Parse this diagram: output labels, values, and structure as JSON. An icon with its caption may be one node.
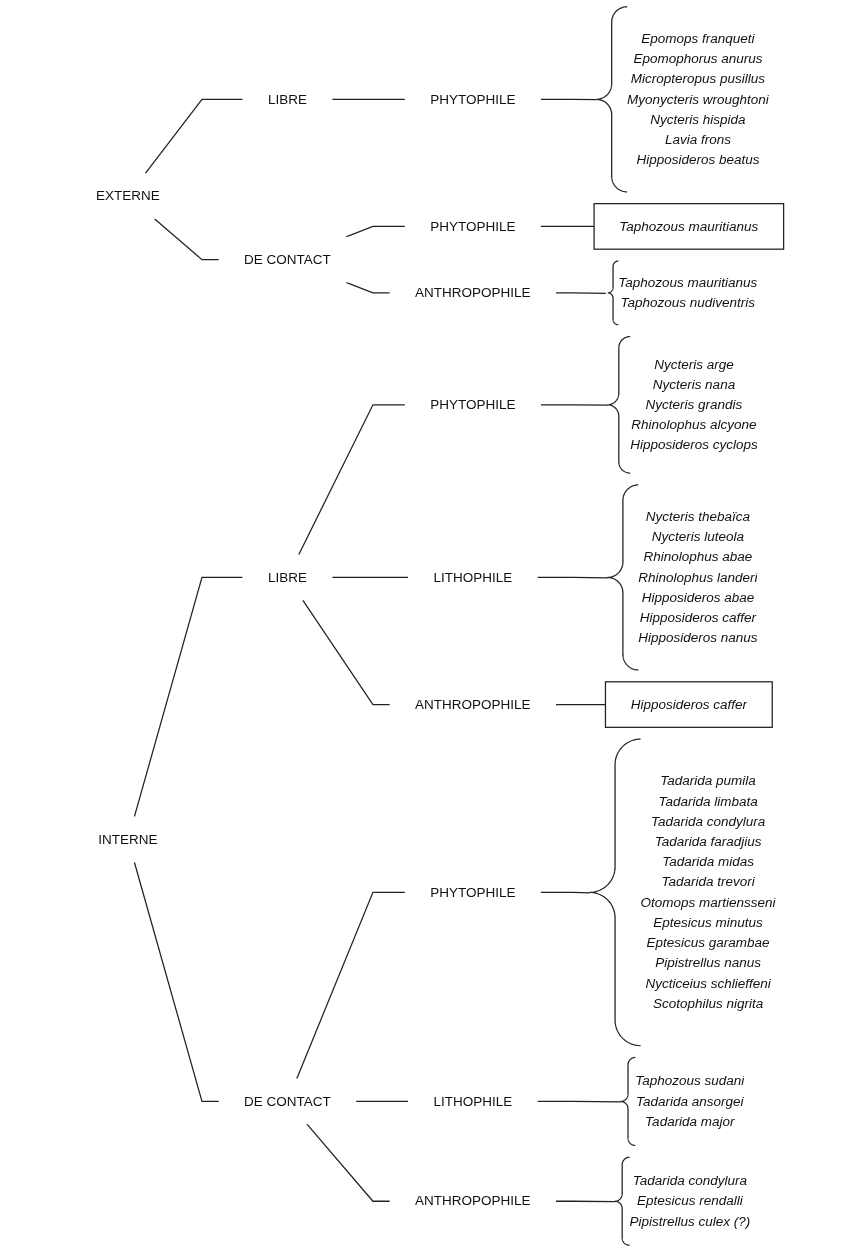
{
  "diagram": {
    "nodes": [
      {
        "text": [
          "EXTERNE"
        ]
      },
      {
        "text": [
          "LIBRE"
        ]
      },
      {
        "text": [
          "PHYTOPHILE"
        ]
      },
      {
        "text": [
          "Epomops franqueti",
          "Epomophorus anurus",
          "Micropteropus pusillus",
          "Myonycteris wroughtoni",
          "Nycteris hispida",
          "Lavia frons",
          "Hipposideros beatus"
        ]
      },
      {
        "text": [
          "DE CONTACT"
        ]
      },
      {
        "text": [
          "PHYTOPHILE"
        ]
      },
      {
        "text": [
          "Taphozous mauritianus"
        ]
      },
      {
        "text": [
          "ANTHROPOPHILE"
        ]
      },
      {
        "text": [
          "Taphozous mauritianus",
          "Taphozous nudiventris"
        ]
      },
      {
        "text": [
          "INTERNE"
        ]
      },
      {
        "text": [
          "LIBRE"
        ]
      },
      {
        "text": [
          "PHYTOPHILE"
        ]
      },
      {
        "text": [
          "Nycteris arge",
          "Nycteris nana",
          "Nycteris grandis",
          "Rhinolophus alcyone",
          "Hipposideros cyclops"
        ]
      },
      {
        "text": [
          "LITHOPHILE"
        ]
      },
      {
        "text": [
          "Nycteris thebaïca",
          "Nycteris luteola",
          "Rhinolophus abae",
          "Rhinolophus landeri",
          "Hipposideros abae",
          "Hipposideros caffer",
          "Hipposideros nanus"
        ]
      },
      {
        "text": [
          "ANTHROPOPHILE"
        ]
      },
      {
        "text": [
          "Hipposideros caffer"
        ]
      },
      {
        "text": [
          "DE CONTACT"
        ]
      },
      {
        "text": [
          "PHYTOPHILE"
        ]
      },
      {
        "text": [
          "Tadarida pumila",
          "Tadarida limbata",
          "Tadarida condylura",
          "Tadarida faradjius",
          "Tadarida midas",
          "Tadarida trevori",
          "Otomops martiensseni",
          "Eptesicus minutus",
          "Eptesicus garambae",
          "Pipistrellus nanus",
          "Nycticeius schlieffeni",
          "Scotophilus nigrita"
        ]
      },
      {
        "text": [
          "LITHOPHILE"
        ]
      },
      {
        "text": [
          "Taphozous sudani",
          "Tadarida ansorgei",
          "Tadarida major"
        ]
      },
      {
        "text": [
          "ANTHROPOPHILE"
        ]
      },
      {
        "text": [
          "Tadarida condylura",
          "Eptesicus rendalli",
          "Pipistrellus culex (?)"
        ]
      }
    ],
    "edges": [
      {
        "from": 0,
        "to": 1,
        "arrow": "none"
      },
      {
        "from": 1,
        "to": 2,
        "arrow": "none"
      },
      {
        "from": 2,
        "to": 3,
        "arrow": "none"
      },
      {
        "from": 0,
        "to": 4,
        "arrow": "none"
      },
      {
        "from": 4,
        "to": 5,
        "arrow": "none"
      },
      {
        "from": 5,
        "to": 6,
        "arrow": "none"
      },
      {
        "from": 4,
        "to": 7,
        "arrow": "none"
      },
      {
        "from": 7,
        "to": 8,
        "arrow": "none"
      },
      {
        "from": 9,
        "to": 10,
        "arrow": "none"
      },
      {
        "from": 10,
        "to": 11,
        "arrow": "none"
      },
      {
        "from": 11,
        "to": 12,
        "arrow": "none"
      },
      {
        "from": 10,
        "to": 13,
        "arrow": "none"
      },
      {
        "from": 13,
        "to": 14,
        "arrow": "none"
      },
      {
        "from": 10,
        "to": 15,
        "arrow": "none"
      },
      {
        "from": 15,
        "to": 16,
        "arrow": "none"
      },
      {
        "from": 9,
        "to": 17,
        "arrow": "none"
      },
      {
        "from": 17,
        "to": 18,
        "arrow": "none"
      },
      {
        "from": 18,
        "to": 19,
        "arrow": "none"
      },
      {
        "from": 17,
        "to": 20,
        "arrow": "none"
      },
      {
        "from": 20,
        "to": 21,
        "arrow": "none"
      },
      {
        "from": 17,
        "to": 22,
        "arrow": "none"
      },
      {
        "from": 22,
        "to": 23,
        "arrow": "none"
      }
    ]
  }
}
